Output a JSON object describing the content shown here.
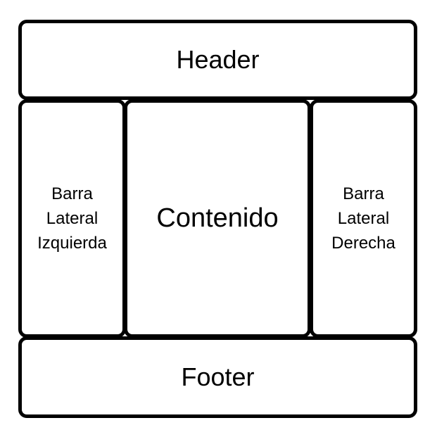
{
  "layout": {
    "header": {
      "label": "Header"
    },
    "left_sidebar": {
      "label": "Barra\nLateral\nIzquierda"
    },
    "content": {
      "label": "Contenido"
    },
    "right_sidebar": {
      "label": "Barra\nLateral\nDerecha"
    },
    "footer": {
      "label": "Footer"
    }
  },
  "colors": {
    "border": "#000000",
    "background": "#ffffff"
  }
}
